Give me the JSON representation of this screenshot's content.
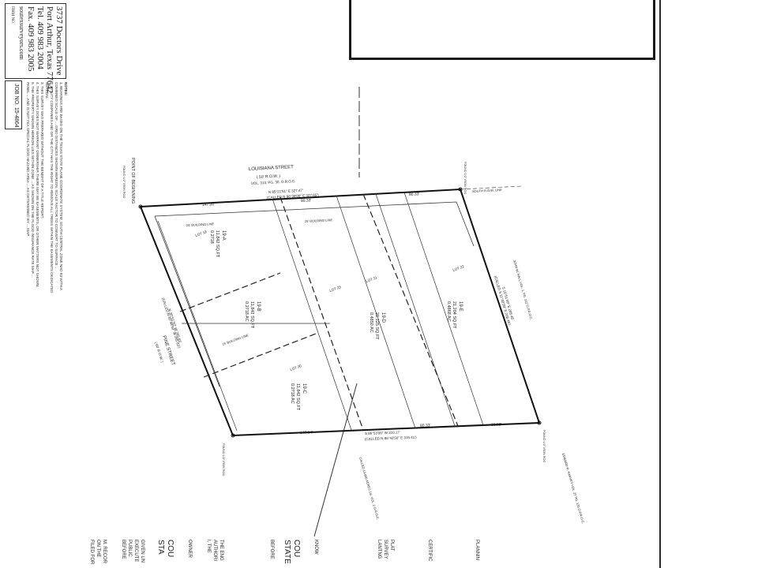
{
  "contact": {
    "address_line1": "3737 Doctors Drive",
    "address_line2": "Port Arthur, Texas 77642",
    "tel": "Tel. 409 983 2004",
    "fax": "Fax. 409 983 2005",
    "web": "soutexsurveyors.com",
    "firm_no": "FIRM NO."
  },
  "job_number": "JOB NO. 15-4864",
  "notes": {
    "heading": "NOTES:",
    "lines": [
      "1. BEARINGS ARE BASED ON THE TEXAS STATE PLANE COORDINATE SYSTEM, SOUTH CENTRAL ZONE NAD 83 WITH A",
      "   COMBINED SCALE OF ... GRID DISTANCES SHOWN HEREON. SCALE FACTOR TO CONVERT TO SURFACE ...",
      "2. UTILITY COMPANIES AND OR THE CITY HAS THE RIGHT TO REMOVE ALL TREES WITHIN THE EASEMENTS DEDICATED",
      "   HEREON.",
      "3. THIS SURVEY WAS PREPARED WITHOUT THE BENEFIT OF A TITLE REPORT.",
      "4. THIS SURVEY DOES NOT WARRANT OWNERSHIP. THERE MAY BE EASEMENTS, OR OTHER MATTERS NOT SHOWN.",
      "5. THE PROPERTY SHOWN HEREON LIES WITHIN ZONE ... AS SHOWN ON THE FLOOD INSURANCE RATE MAP ...",
      "   PANEL ... AND IS NOT IN A SPECIAL FLOOD HAZARD AREA ... AS DETERMINED BY ... MAP"
    ]
  },
  "plat": {
    "street_top": "LOUISIANA STREET",
    "street_top_sub1": "( 50' R.O.W. )",
    "street_top_sub2": "VOL. 313, PG. 30, O.R.O.C.",
    "street_left": "PINE STREET",
    "street_left_sub": "( 60' R.O.W. )",
    "point_of_beginning": "POINT OF BEGINNING",
    "bearing_top": "N 85°21'51\" E 327.47'",
    "bearing_top_called": "(CALLED N 86°36'00\" E 327.65')",
    "bearing_bottom": "S 86°53'00\" W 310.17'",
    "bearing_bottom_called": "(CALLED N 86°42'50\" E 315.41')",
    "bearing_right": "S 15°51'49\" E 208.48'",
    "bearing_right_called": "(CALLED S 11°48'39\" E 208.48')",
    "bearing_left": "N 30°51'50\" W 265.83'",
    "bearing_left_called": "(CALLED N 30°48'50\" W 265.83')",
    "dist_top_1": "147.00'",
    "dist_top_2": "90.33'",
    "dist_top_3": "90.33'",
    "dist_bottom_1": "146.14'",
    "dist_bottom_2": "80.33'",
    "dist_bottom_3": "83.52'",
    "building_line_1": "25' BUILDING LINE",
    "building_line_2": "25' BUILDING LINE",
    "building_line_3": "15' BUILDING LINE",
    "south_row_line": "SOUTH R.O.W. LINE",
    "lot_labels": [
      "LOT 19",
      "LOT 20",
      "LOT 21",
      "LOT 22",
      "LOT 23"
    ],
    "tracts": [
      {
        "name": "19-A",
        "area": "11,842 SQ.FT",
        "acres": "0.2718"
      },
      {
        "name": "19-B",
        "area": "11,842 SQ.FT",
        "acres": "0.2718 AC"
      },
      {
        "name": "19-C",
        "area": "11,842 SQ.FT",
        "acres": "0.2718 AC"
      },
      {
        "name": "19-D",
        "area": "21,125 SQ.FT",
        "acres": "0.4850 AC"
      },
      {
        "name": "19-E",
        "area": "21,204 SQ.FT",
        "acres": "0.4868 AC"
      }
    ],
    "adjoiner_right_top": "JOHN W. HALL VOL. 1. PG. 312 O.P.R.O.C.",
    "adjoiner_right_bottom": "EDWARD R. HARVEY VOL. 27 PG. 135 O.P.R.O.C.",
    "adjoiner_bottom": "CALLED 13,000 ACRES 1st. VOL. 2 O.R.O.C.",
    "found_top_right": "FOUND 1/2\" IRON ROD",
    "found_bottom_right": "FOUND 1/2\" IRON ROD",
    "found_bottom_left": "FOUND 1/2\" IRON ROD",
    "found_left": "FOUND 1/2\" IRON ROD"
  },
  "bottom_blocks": [
    "FILED FOR",
    "ON THE",
    "M. RECOR",
    "BEFORE",
    "PUBLIC",
    "EXECUTE",
    "GIVEN UN",
    "STA",
    "COU",
    "OWNER",
    "I, THE",
    "AUTHORI",
    "THE ENG",
    "BEFORE",
    "STATE",
    "COU",
    "KNOW",
    "LANTNG",
    "SURVEY",
    "PLAT",
    "CERTIFIC",
    "PLANNIN"
  ]
}
